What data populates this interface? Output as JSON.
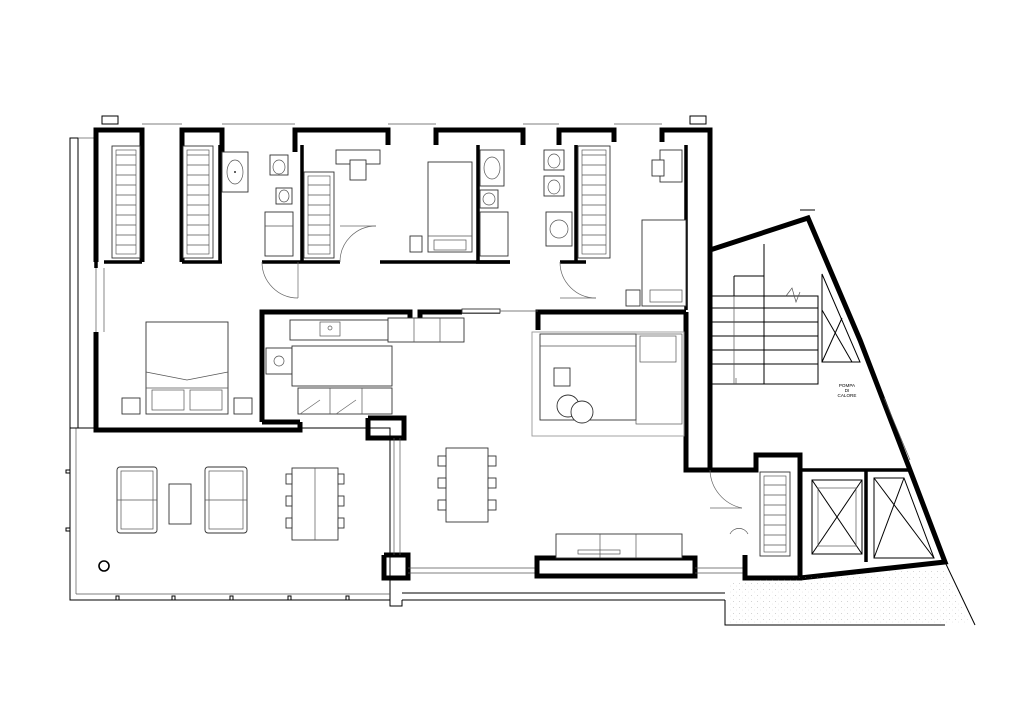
{
  "labels": {
    "heat_pump": [
      "POMPA",
      "DI",
      "CALORE"
    ]
  },
  "colors": {
    "wall": "#000000",
    "furniture": "#333333",
    "background": "#ffffff"
  }
}
